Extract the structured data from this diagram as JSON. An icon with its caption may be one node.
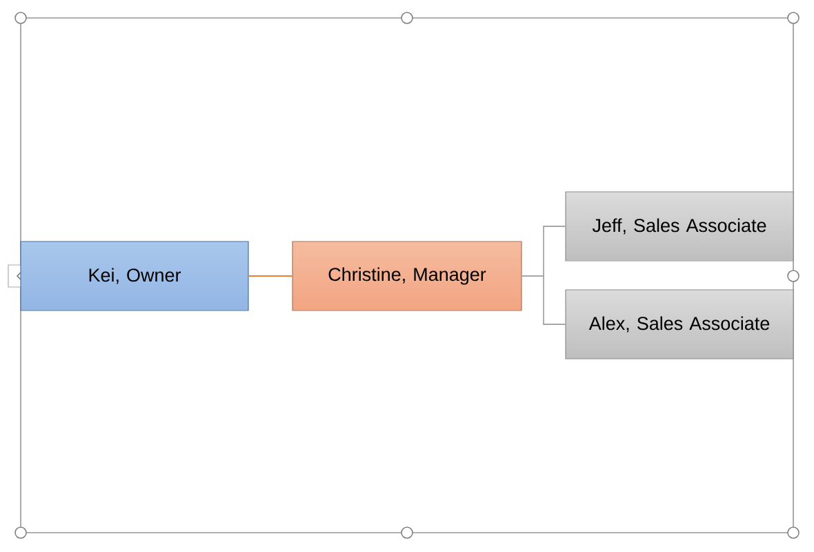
{
  "diagram": {
    "nodes": [
      {
        "text": [
          "Kei, Owner"
        ]
      },
      {
        "text": [
          "Christine, Manager"
        ]
      },
      {
        "text": [
          "Jeff, Sales Associate"
        ]
      },
      {
        "text": [
          "Alex, Sales Associate"
        ]
      }
    ],
    "edges": [
      {
        "from": 0,
        "to": 1,
        "arrow": "none",
        "color": "#ed7d31"
      },
      {
        "from": 1,
        "to": 2,
        "arrow": "none"
      },
      {
        "from": 1,
        "to": 3,
        "arrow": "none"
      }
    ]
  }
}
